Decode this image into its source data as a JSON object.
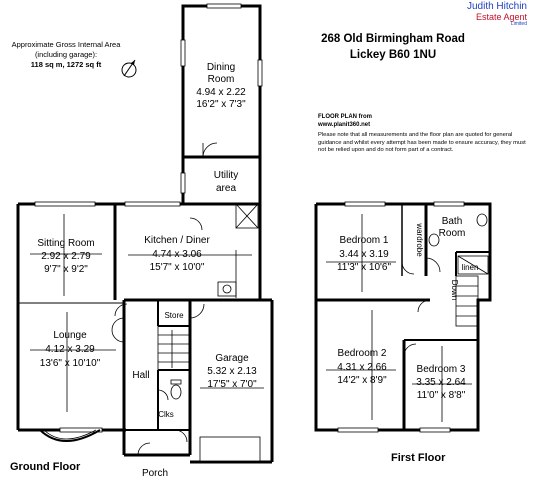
{
  "agent": {
    "name": "Judith Hitchin",
    "subtitle": "Estate Agent",
    "limited": "Limited",
    "name_color": "#1f3fbf",
    "subtitle_color": "#c8102e"
  },
  "address": {
    "line1": "268 Old Birmingham Road",
    "line2": "Lickey B60 1NU"
  },
  "area": {
    "line1": "Approximate Gross Internal Area",
    "line2": "(including garage):",
    "line3": "118 sq m, 1272 sq ft"
  },
  "floorplan_credit": {
    "line1": "FLOOR PLAN from",
    "line2": "www.planit360.net"
  },
  "disclaimer": "Please note that all measurements and the floor plan are quoted for general guidance and whilst every attempt has been made to ensure accuracy, they must not be relied upon and do not form part of a contract.",
  "floors": {
    "ground": "Ground Floor",
    "first": "First Floor"
  },
  "rooms": {
    "dining": {
      "name": "Dining",
      "name2": "Room",
      "metric": "4.94 x 2.22",
      "imperial": "16'2\" x 7'3\""
    },
    "utility": {
      "name": "Utility",
      "name2": "area"
    },
    "sitting": {
      "name": "Sitting Room",
      "metric": "2.92 x 2.79",
      "imperial": "9'7\" x 9'2\""
    },
    "kitchen": {
      "name": "Kitchen / Diner",
      "metric": "4.74 x 3.06",
      "imperial": "15'7\" x 10'0\""
    },
    "store": {
      "name": "Store"
    },
    "lounge": {
      "name": "Lounge",
      "metric": "4.12 x 3.29",
      "imperial": "13'6\" x 10'10\""
    },
    "garage": {
      "name": "Garage",
      "metric": "5.32 x 2.13",
      "imperial": "17'5\" x 7'0\""
    },
    "hall": {
      "name": "Hall"
    },
    "clks": {
      "name": "Clks"
    },
    "porch": {
      "name": "Porch"
    },
    "bedroom1": {
      "name": "Bedroom 1",
      "metric": "3.44 x 3.19",
      "imperial": "11'3\" x 10'6\""
    },
    "wardrobe": {
      "name": "wardrobe"
    },
    "bath": {
      "name": "Bath",
      "name2": "Room"
    },
    "linen": {
      "name": "linen"
    },
    "down": {
      "name": "Down"
    },
    "bedroom2": {
      "name": "Bedroom 2",
      "metric": "4.31 x 2.66",
      "imperial": "14'2\" x 8'9\""
    },
    "bedroom3": {
      "name": "Bedroom 3",
      "metric": "3.35 x 2.64",
      "imperial": "11'0\" x 8'8\""
    }
  }
}
